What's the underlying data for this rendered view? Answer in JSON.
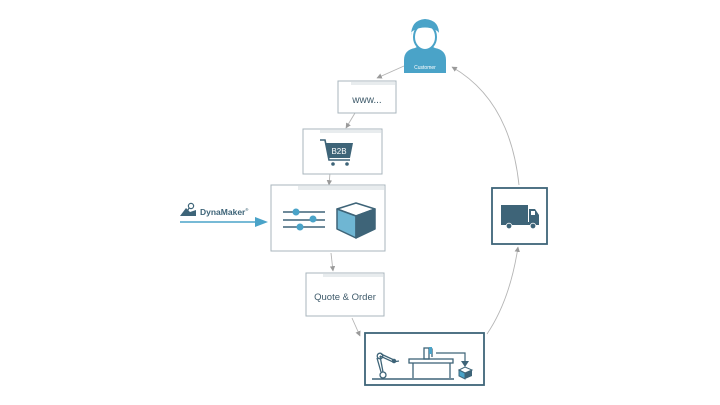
{
  "diagram": {
    "colors": {
      "primary": "#3e6478",
      "accent": "#4aa3c8",
      "window_border": "#a9b6bd",
      "window_bar": "#e8ecee",
      "connector": "#b5b5b5",
      "text": "#3e5a6a"
    },
    "nodes": {
      "customer": {
        "label": "Customer",
        "icon": "person-icon"
      },
      "website": {
        "label": "www...",
        "icon": "browser-window-icon"
      },
      "b2b": {
        "label": "B2B",
        "icon": "shopping-cart-icon"
      },
      "configurator": {
        "icons": [
          "sliders-icon",
          "cube-icon"
        ]
      },
      "quote": {
        "label": "Quote & Order"
      },
      "production": {
        "icons": [
          "robot-arm-icon",
          "cnc-machine-icon",
          "arrow-down-icon",
          "box-icon"
        ]
      },
      "delivery": {
        "icon": "truck-icon"
      }
    },
    "input": {
      "brand": "DynaMaker",
      "trademark": "®",
      "icon": "dynamaker-logo-icon"
    },
    "flow": [
      "customer -> website",
      "website -> b2b",
      "b2b -> configurator",
      "dynamaker -> configurator",
      "configurator -> quote",
      "quote -> production",
      "production -> delivery",
      "delivery -> customer"
    ]
  }
}
